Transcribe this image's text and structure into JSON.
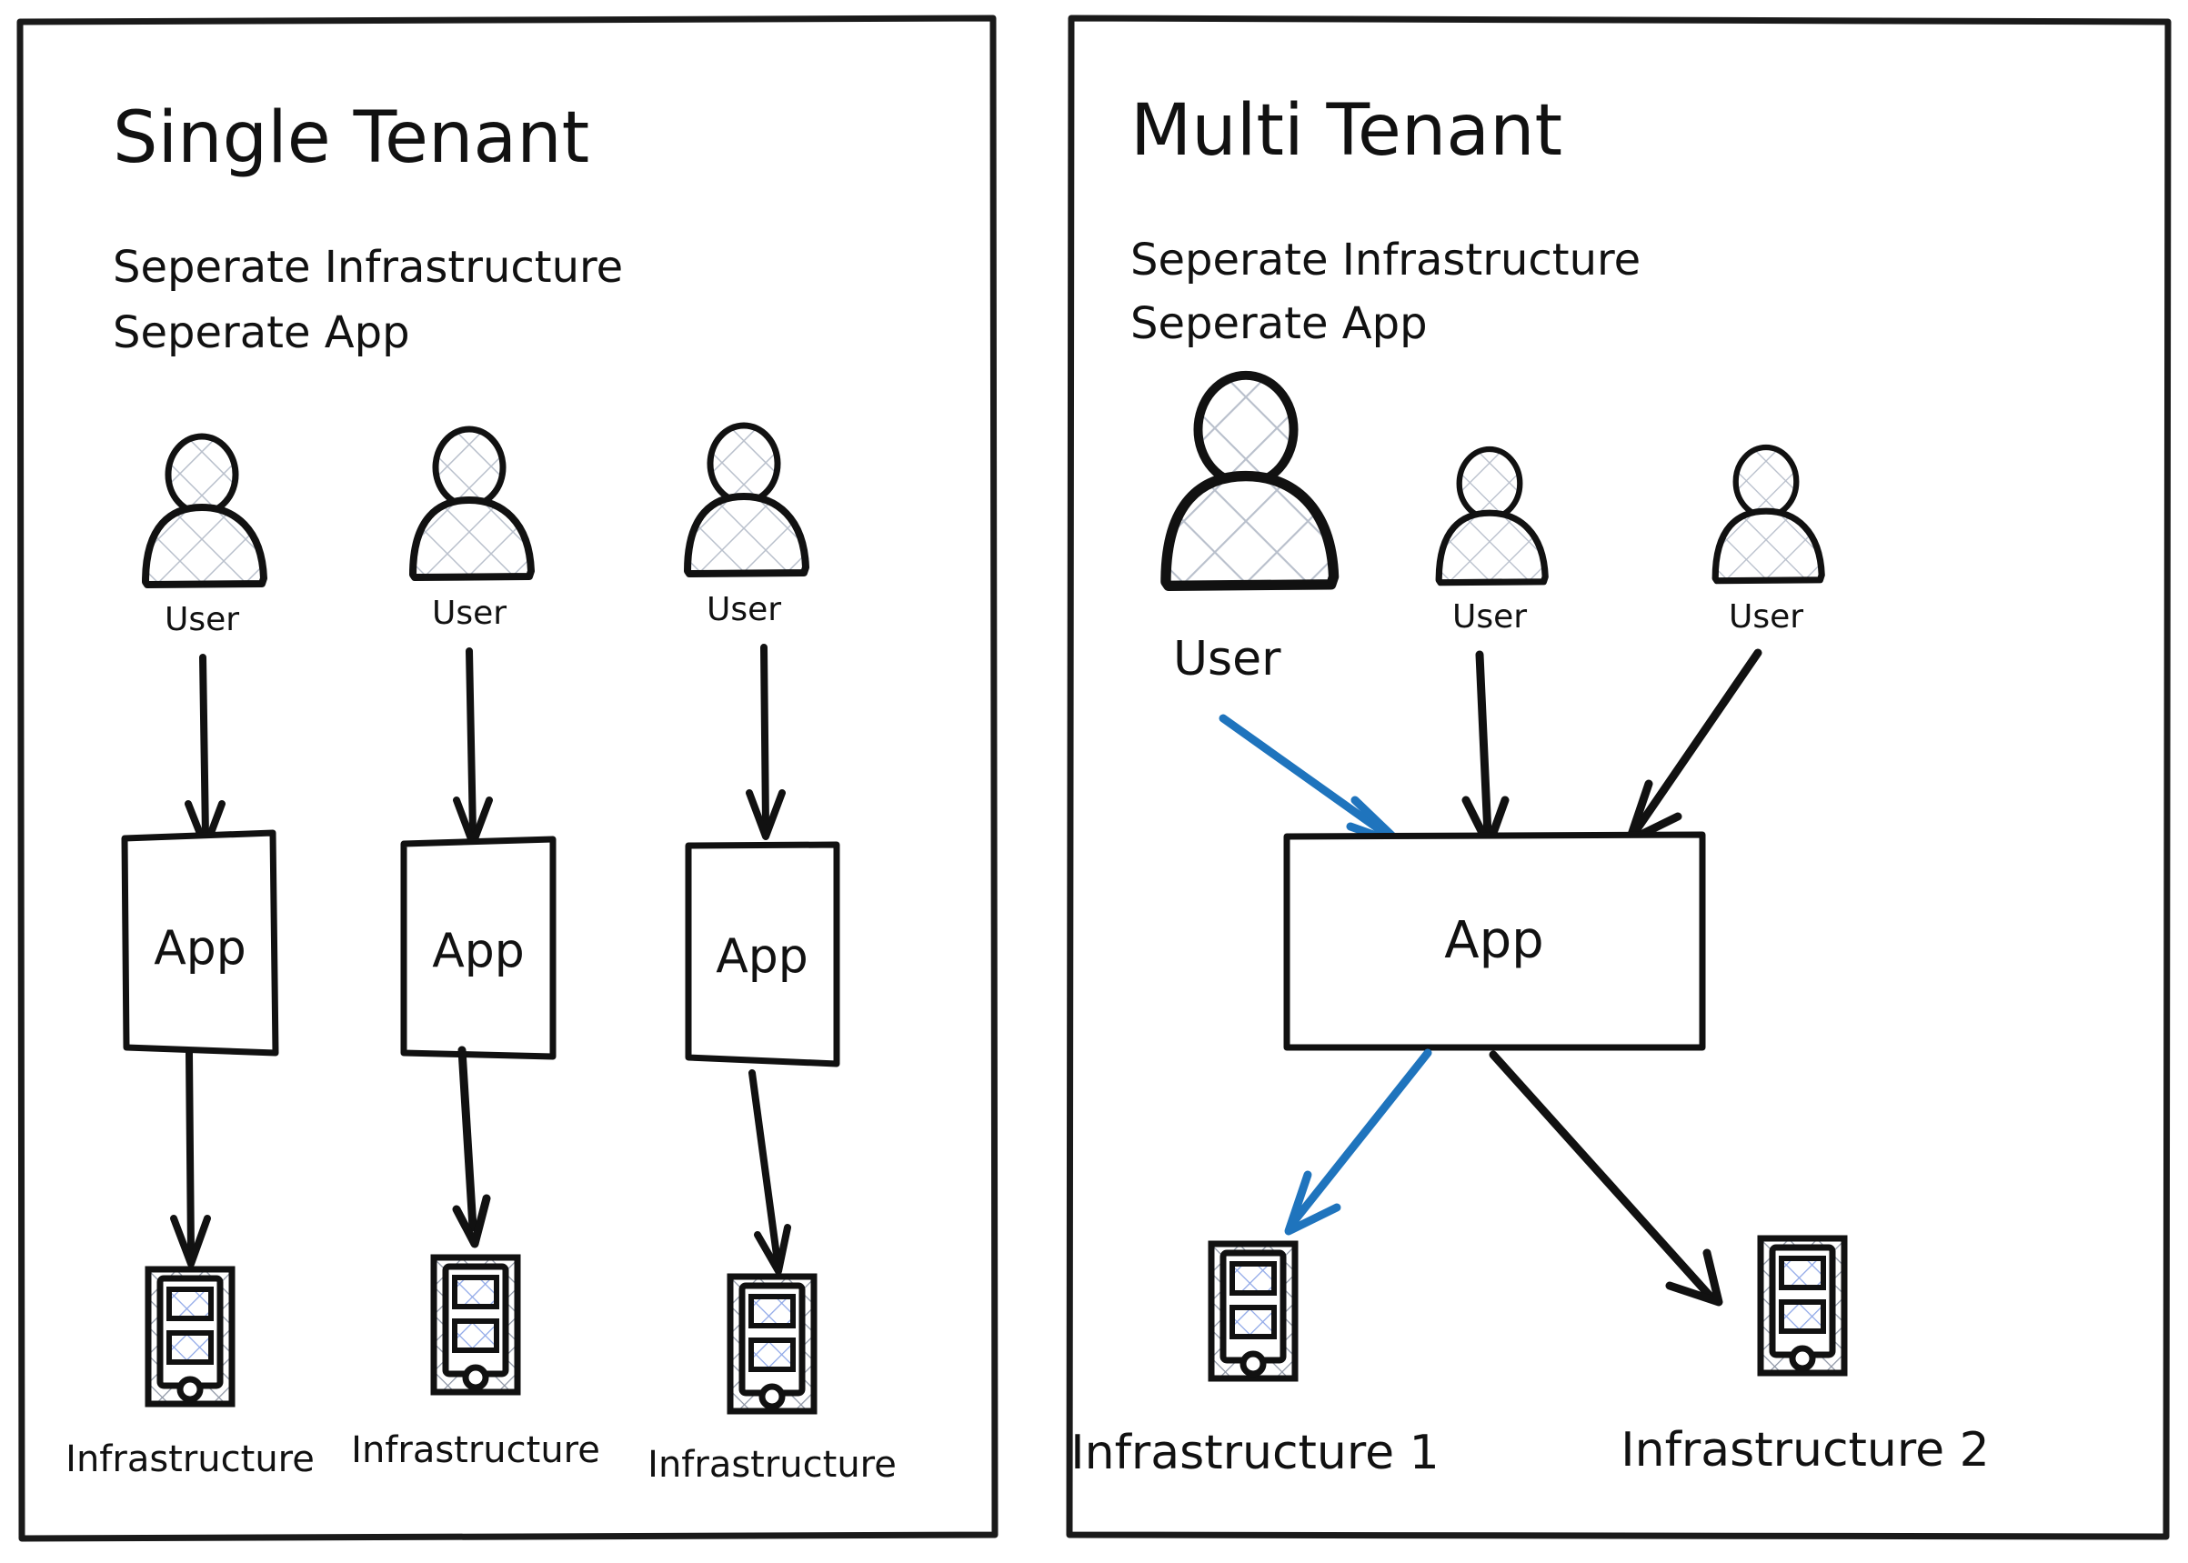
{
  "diagram": {
    "title": "Single Tenant vs Multi Tenant architecture comparison",
    "background_color": "#ffffff",
    "stroke_color": "#111111",
    "accent_color": "#1f74bd",
    "hatch_color": "#b9c0cc",
    "hatch_color_blue": "#8fa8e8"
  },
  "panels": [
    {
      "id": "single-tenant",
      "title": "Single Tenant",
      "subtitle_lines": [
        "Seperate Infrastructure",
        "Seperate App"
      ],
      "users": [
        {
          "label": "User"
        },
        {
          "label": "User"
        },
        {
          "label": "User"
        }
      ],
      "apps": [
        {
          "label": "App"
        },
        {
          "label": "App"
        },
        {
          "label": "App"
        }
      ],
      "infrastructures": [
        {
          "label": "Infrastructure"
        },
        {
          "label": "Infrastructure"
        },
        {
          "label": "Infrastructure"
        }
      ]
    },
    {
      "id": "multi-tenant",
      "title": "Multi Tenant",
      "subtitle_lines": [
        "Seperate Infrastructure",
        "Seperate App"
      ],
      "users": [
        {
          "label": "User",
          "size": "large",
          "arrow_color": "#1f74bd"
        },
        {
          "label": "User",
          "size": "small",
          "arrow_color": "#111111"
        },
        {
          "label": "User",
          "size": "small",
          "arrow_color": "#111111"
        }
      ],
      "apps": [
        {
          "label": "App"
        }
      ],
      "infrastructures": [
        {
          "label": "Infrastructure 1",
          "arrow_color": "#1f74bd"
        },
        {
          "label": "Infrastructure 2",
          "arrow_color": "#111111"
        }
      ]
    }
  ]
}
